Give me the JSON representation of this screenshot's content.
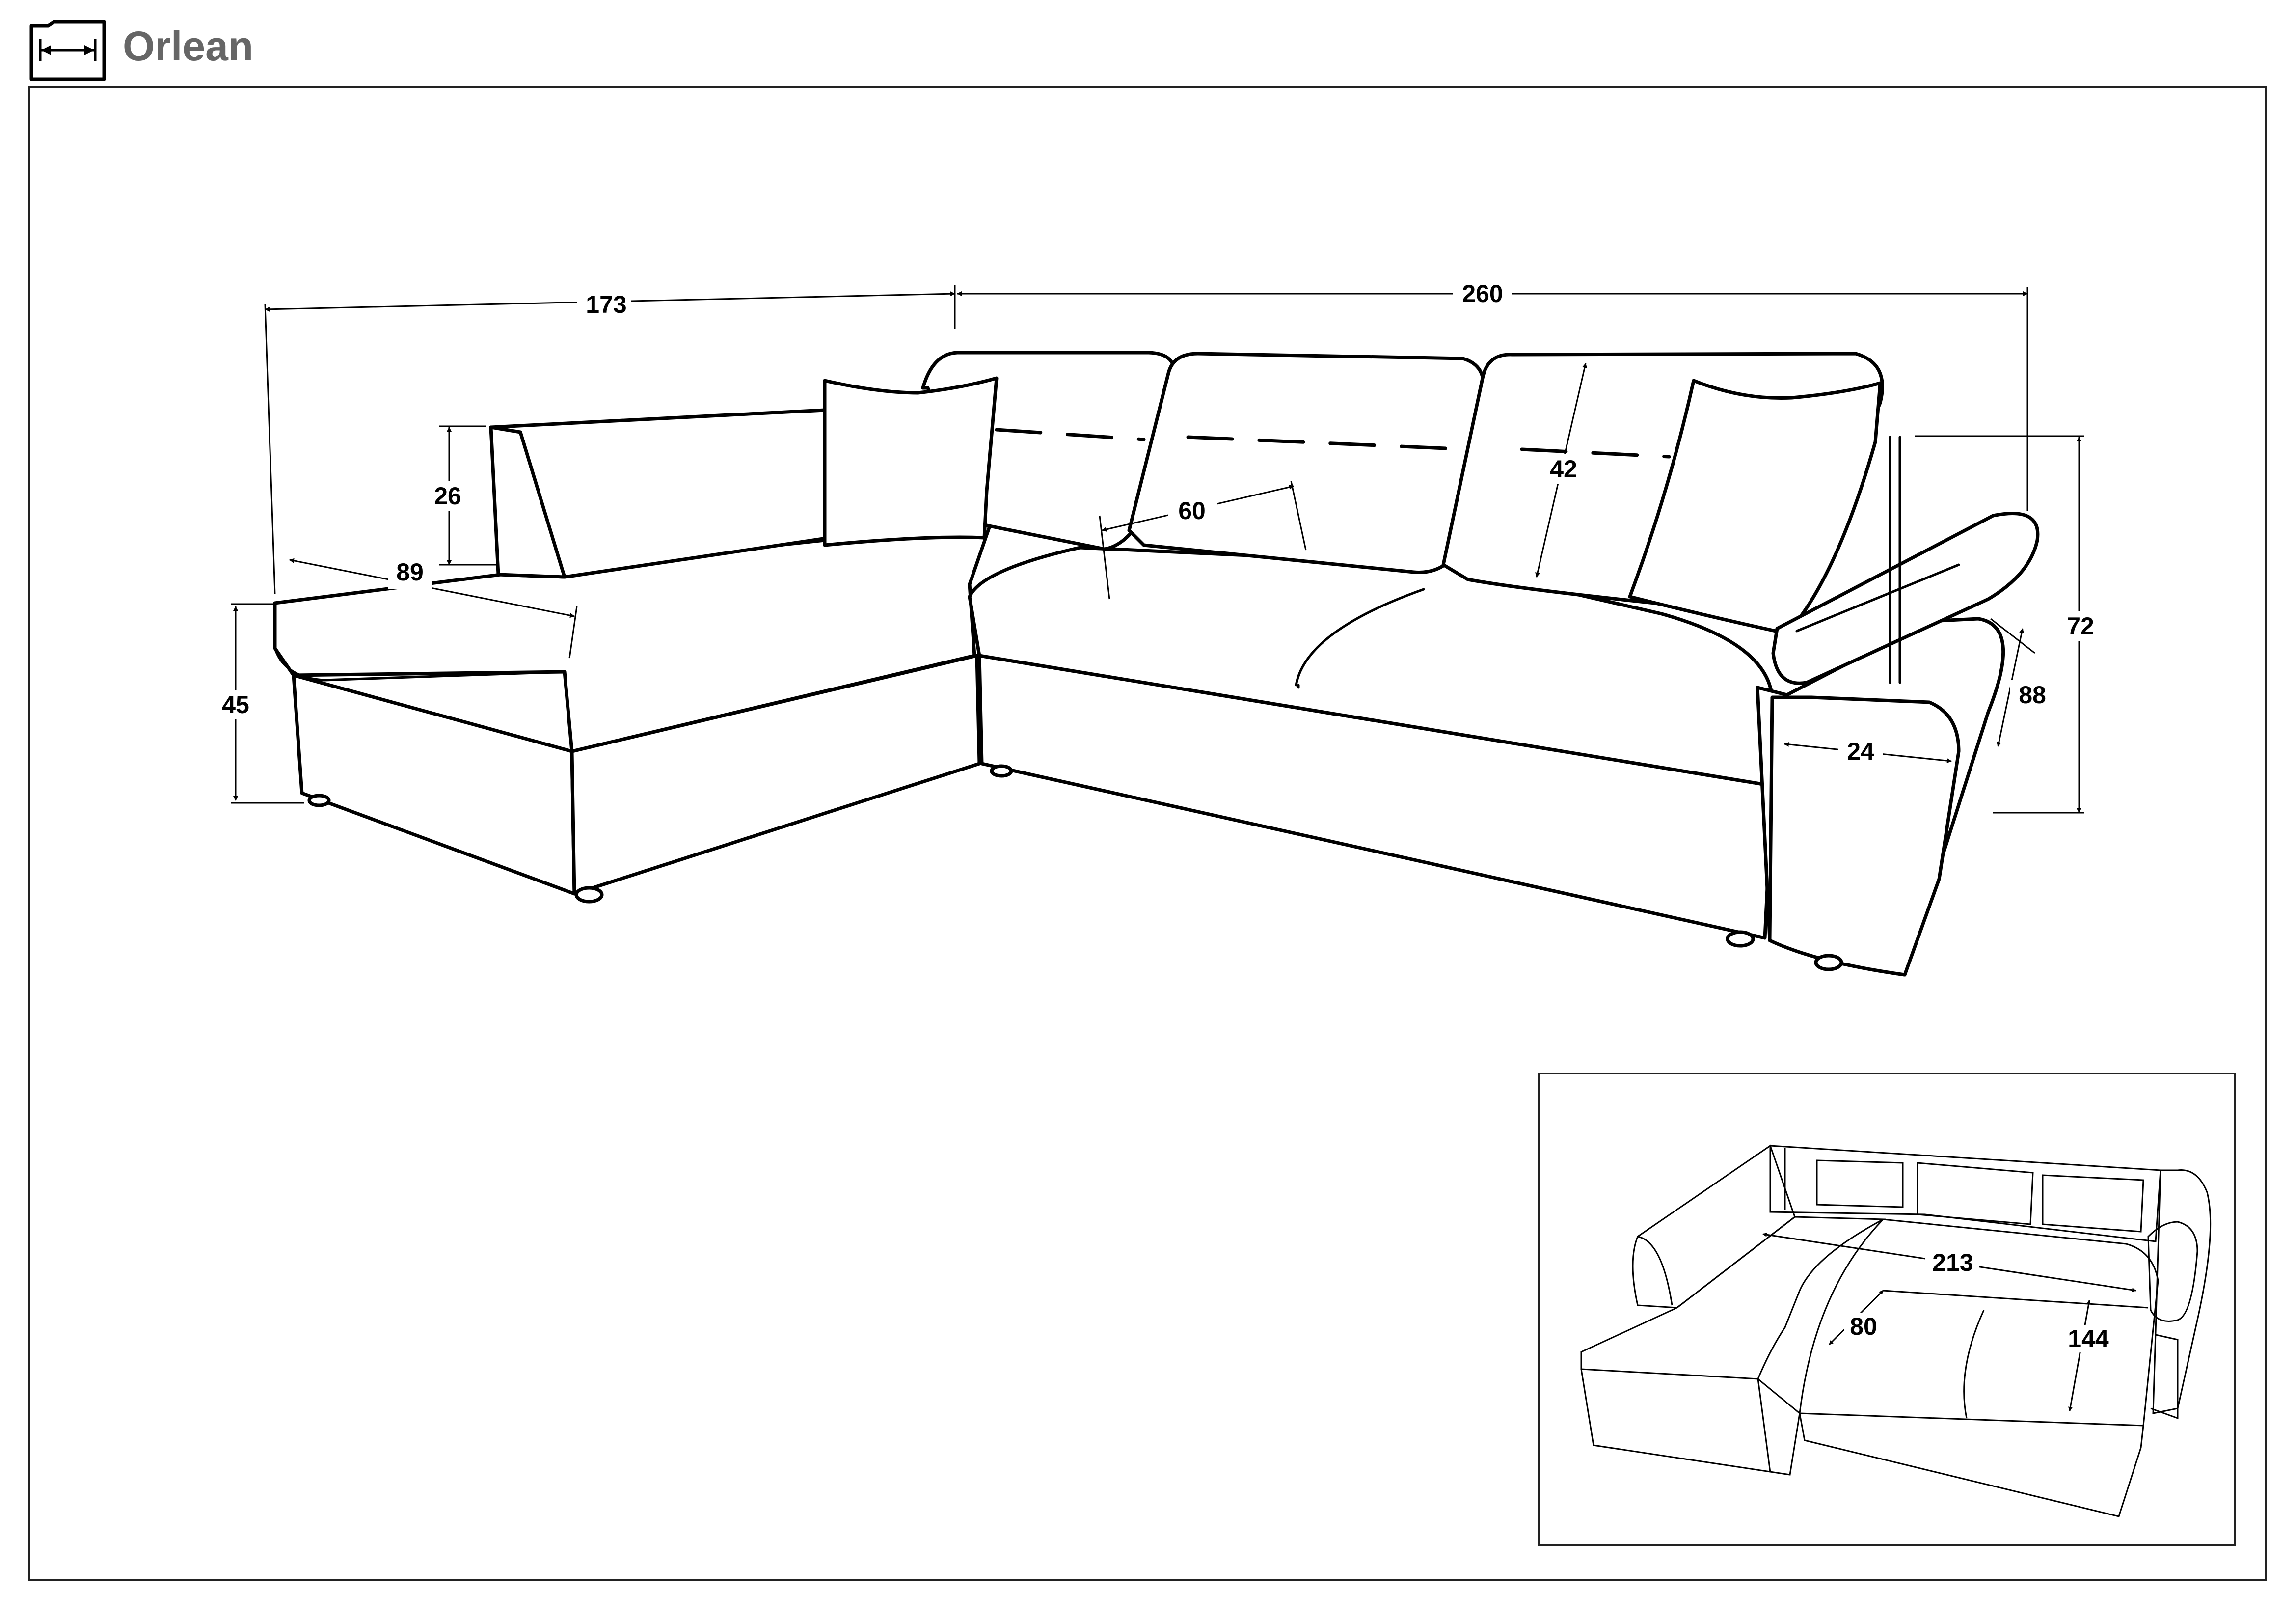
{
  "header": {
    "title": "Orlean",
    "icon": "dimensions-icon"
  },
  "dimensions": {
    "total_length_left": "173",
    "total_length_right": "260",
    "backrest_height": "26",
    "seat_depth_left": "89",
    "seat_height": "45",
    "seat_depth_main": "60",
    "back_cushion_height": "42",
    "total_height": "72",
    "depth_right": "88",
    "armrest_width": "24"
  },
  "inset": {
    "bed_length": "213",
    "bed_width": "144",
    "chaise_width": "80"
  }
}
